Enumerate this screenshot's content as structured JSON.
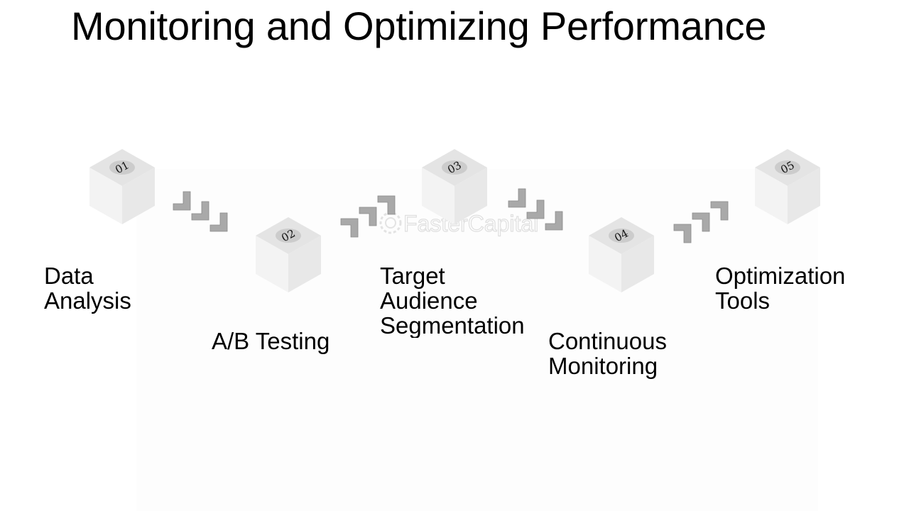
{
  "title": "Monitoring and Optimizing Performance",
  "watermark": "FasterCapital",
  "colors": {
    "cube_top": "#e6e6e6",
    "cube_left": "#f2f2f2",
    "cube_right": "#e9e9e9",
    "chevron": "#a9a9a9",
    "chevron_edge": "#7d7d7d"
  },
  "steps": [
    {
      "number": "01",
      "label_line1": "Data",
      "label_line2": "Analysis"
    },
    {
      "number": "02",
      "label_line1": "A/B Testing"
    },
    {
      "number": "03",
      "label_line1": "Target",
      "label_line2": "Audience",
      "label_line3": "Segmentation"
    },
    {
      "number": "04",
      "label_line1": "Continuous",
      "label_line2": "Monitoring"
    },
    {
      "number": "05",
      "label_line1": "Optimization",
      "label_line2": "Tools"
    }
  ],
  "connectors": [
    {
      "icon": "chevron-down-right-icon"
    },
    {
      "icon": "chevron-up-right-icon"
    },
    {
      "icon": "chevron-down-right-icon"
    },
    {
      "icon": "chevron-up-right-icon"
    }
  ]
}
